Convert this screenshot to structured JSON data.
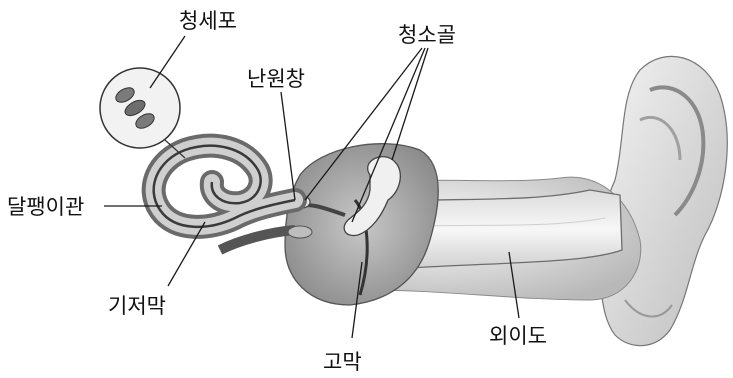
{
  "diagram": {
    "title": "",
    "labels": {
      "hair_cell": "청세포",
      "ossicles": "청소골",
      "oval_window": "난원창",
      "cochlea": "달팽이관",
      "basilar_membrane": "기저막",
      "eardrum": "고막",
      "ear_canal": "외이도"
    }
  }
}
